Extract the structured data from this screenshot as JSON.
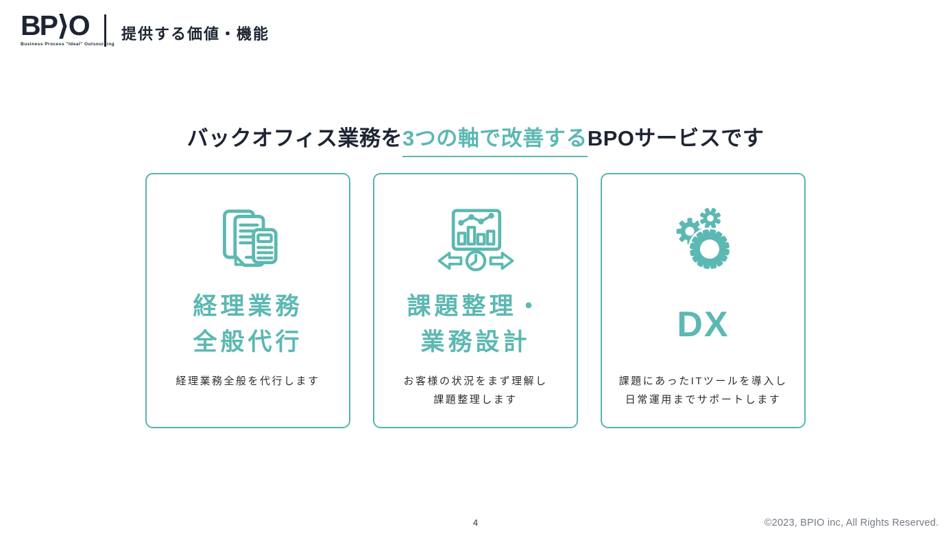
{
  "colors": {
    "accent_teal": "#5cb8b2",
    "dark_navy": "#1d2433",
    "body_text": "#2d2d2d",
    "muted_gray": "#737a84",
    "background": "#ffffff"
  },
  "header": {
    "logo_text": "BP⟩O",
    "logo_tagline": "Business Process \"Ideal\" Outsourcing",
    "title": "提供する価値・機能"
  },
  "main_title": {
    "prefix": "バックオフィス業務を",
    "highlight": "3つの軸で改善する",
    "suffix": "BPOサービスです"
  },
  "cards": [
    {
      "icon": "documents-calculator-icon",
      "title_lines": [
        "経理業務",
        "全般代行"
      ],
      "description_lines": [
        "経理業務全般を代行します"
      ]
    },
    {
      "icon": "chart-clock-arrows-icon",
      "title_lines": [
        "課題整理・",
        "業務設計"
      ],
      "description_lines": [
        "お客様の状況をまず理解し",
        "課題整理します"
      ]
    },
    {
      "icon": "gears-icon",
      "title_lines": [
        "DX"
      ],
      "description_lines": [
        "課題にあったITツールを導入し",
        "日常運用までサポートします"
      ]
    }
  ],
  "footer": {
    "page_number": "4",
    "copyright": "©2023, BPIO inc, All Rights Reserved."
  }
}
